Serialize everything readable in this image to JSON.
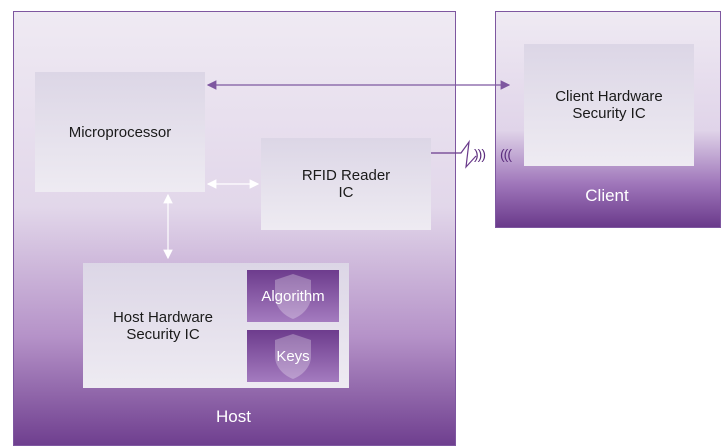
{
  "host": {
    "title": "Host"
  },
  "client": {
    "title": "Client"
  },
  "microprocessor": {
    "label": "Microprocessor"
  },
  "rfid_reader": {
    "label": "RFID Reader\nIC"
  },
  "host_security": {
    "label": "Host Hardware\nSecurity IC",
    "algorithm": "Algorithm",
    "keys": "Keys"
  },
  "client_security": {
    "label": "Client Hardware\nSecurity IC"
  },
  "signals": {
    "out": ")))",
    "in": "((("
  },
  "colors": {
    "accent": "#6f3f8f",
    "arrow": "#7e57a0"
  }
}
